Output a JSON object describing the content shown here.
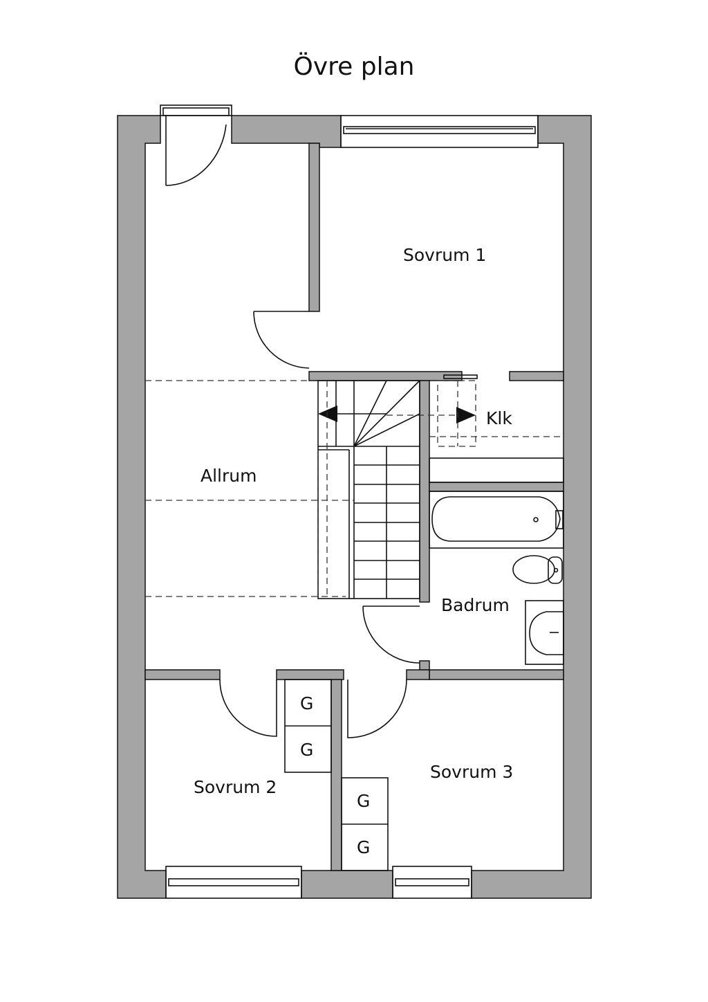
{
  "title": "Övre plan",
  "rooms": {
    "sovrum1": "Sovrum 1",
    "allrum": "Allrum",
    "klk": "Klk",
    "badrum": "Badrum",
    "sovrum2": "Sovrum 2",
    "sovrum3": "Sovrum 3"
  },
  "ducts": [
    "G",
    "G",
    "G",
    "G"
  ],
  "colors": {
    "wall": "#a5a5a5",
    "line": "#111111"
  }
}
